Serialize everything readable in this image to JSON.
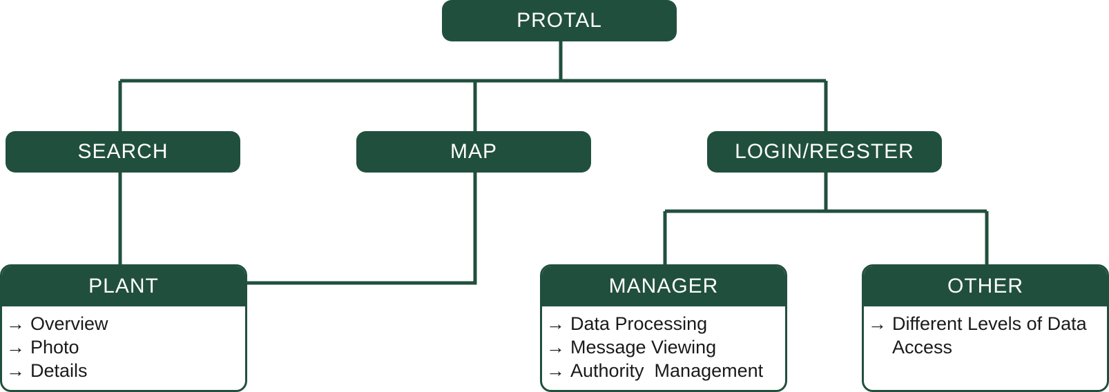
{
  "nodes": {
    "portal": {
      "label": "PROTAL"
    },
    "search": {
      "label": "SEARCH"
    },
    "map": {
      "label": "MAP"
    },
    "login": {
      "label": "LOGIN/REGSTER"
    },
    "plant": {
      "label": "PLANT",
      "items": [
        "Overview",
        "Photo",
        "Details"
      ]
    },
    "manager": {
      "label": "MANAGER",
      "items": [
        "Data Processing",
        "Message Viewing",
        "Authority  Management"
      ]
    },
    "other": {
      "label": "OTHER",
      "items": [
        "Different Levels of Data Access"
      ]
    }
  },
  "arrow_glyph": "→",
  "colors": {
    "node_fill": "#214f3e",
    "connector": "#214f3e",
    "node_text": "#ffffff",
    "item_text": "#1a1a1a"
  }
}
